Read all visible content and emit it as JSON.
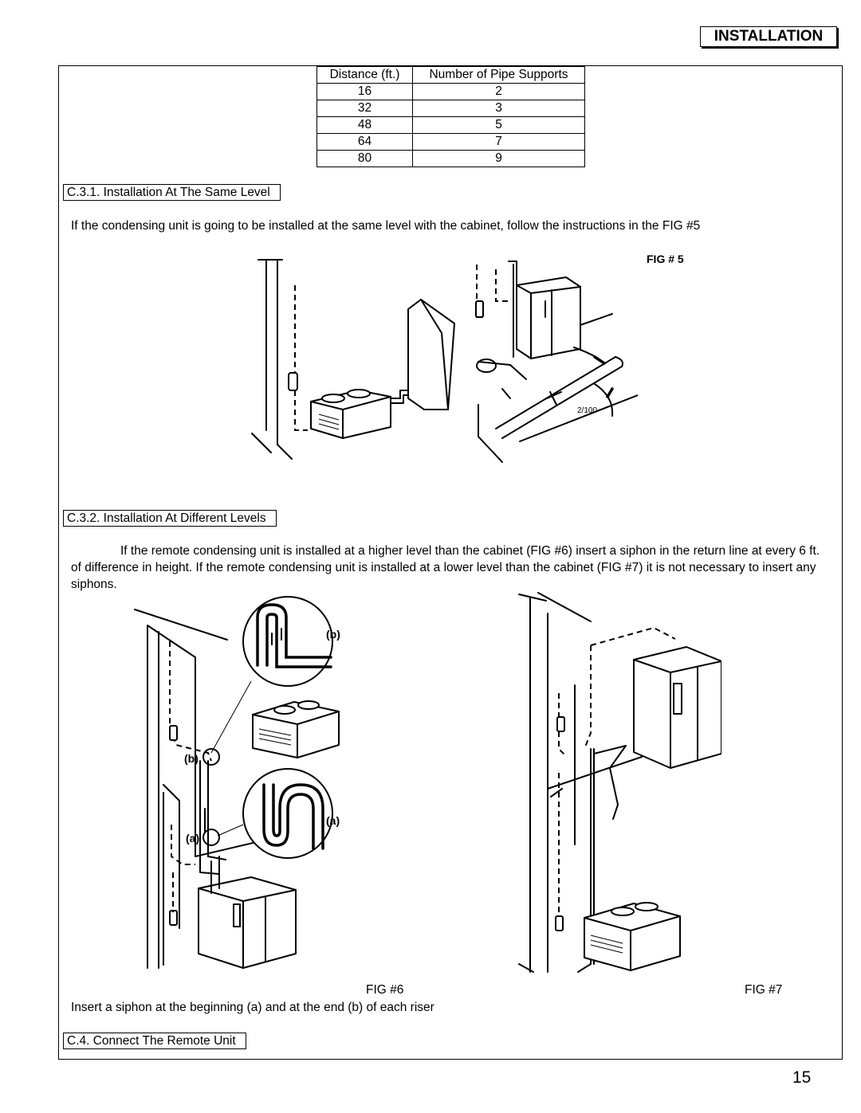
{
  "header": {
    "title": "INSTALLATION"
  },
  "table": {
    "headers": [
      "Distance (ft.)",
      "Number of Pipe Supports"
    ],
    "rows": [
      [
        "16",
        "2"
      ],
      [
        "32",
        "3"
      ],
      [
        "48",
        "5"
      ],
      [
        "64",
        "7"
      ],
      [
        "80",
        "9"
      ]
    ]
  },
  "sections": {
    "same_level": {
      "title": "C.3.1. Installation At The Same Level",
      "text": "If the condensing unit is going to be installed at the same level with the cabinet, follow the instructions in the FIG #5"
    },
    "different_levels": {
      "title": "C.3.2. Installation At Different Levels",
      "text": "If the remote condensing unit is installed at a higher level than the cabinet (FIG #6) insert a siphon in the return line at every 6 ft. of difference in height. If the remote condensing unit is installed at a lower level than the cabinet (FIG #7) it is not necessary to insert any siphons."
    },
    "connect": {
      "title": "C.4. Connect The Remote Unit"
    }
  },
  "figures": {
    "fig5": {
      "label": "FIG # 5",
      "slope": "2/100"
    },
    "fig6": {
      "label": "FIG #6",
      "mark_a": "(a)",
      "mark_b": "(b)"
    },
    "fig7": {
      "label": "FIG #7"
    },
    "siphon_caption": "Insert a siphon at the beginning (a) and at the end (b) of each riser"
  },
  "page": {
    "number": "15"
  }
}
